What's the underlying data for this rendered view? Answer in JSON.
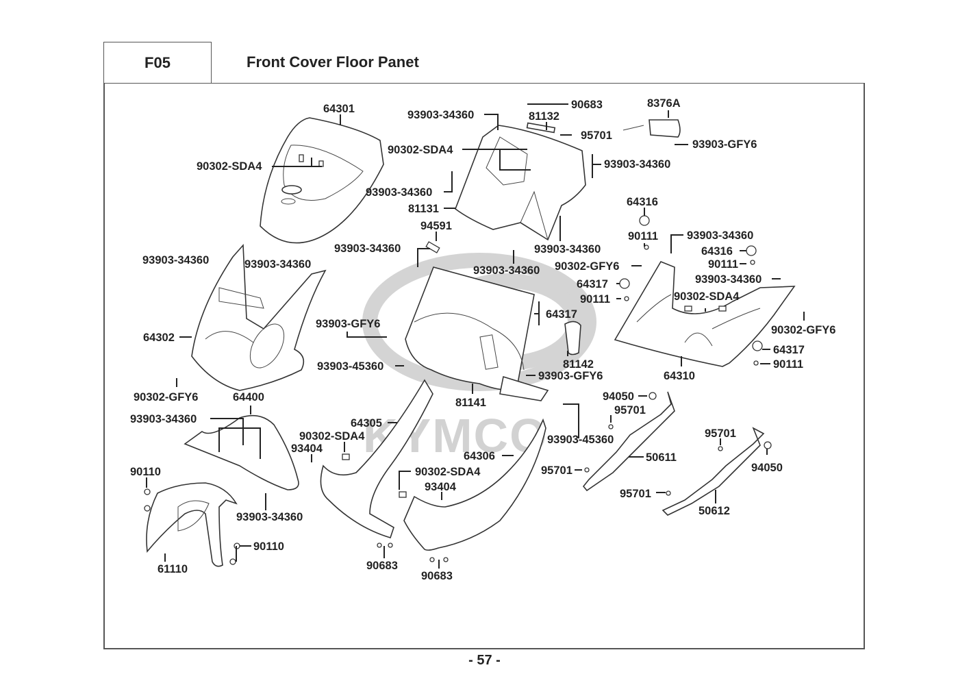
{
  "header": {
    "section_code": "F05",
    "title": "Front Cover  Floor Panet"
  },
  "watermark": {
    "brand": "KYMCO"
  },
  "parts": [
    {
      "id": "p64301",
      "label": "64301"
    },
    {
      "id": "p90302sda4_a",
      "label": "90302-SDA4"
    },
    {
      "id": "p93903_34360_a",
      "label": "93903-34360"
    },
    {
      "id": "p90683_a",
      "label": "90683"
    },
    {
      "id": "p81132",
      "label": "81132"
    },
    {
      "id": "p95701_a",
      "label": "95701"
    },
    {
      "id": "p8376a",
      "label": "8376A"
    },
    {
      "id": "p93903gfy6_a",
      "label": "93903-GFY6"
    },
    {
      "id": "p90302sda4_b",
      "label": "90302-SDA4"
    },
    {
      "id": "p93903_34360_b",
      "label": "93903-34360"
    },
    {
      "id": "p93903_34360_c",
      "label": "93903-34360"
    },
    {
      "id": "p81131",
      "label": "81131"
    },
    {
      "id": "p64316_a",
      "label": "64316"
    },
    {
      "id": "p94591",
      "label": "94591"
    },
    {
      "id": "p93903_34360_d",
      "label": "93903-34360"
    },
    {
      "id": "p93903_34360_e",
      "label": "93903-34360"
    },
    {
      "id": "p90111_a",
      "label": "90111"
    },
    {
      "id": "p93903_34360_f",
      "label": "93903-34360"
    },
    {
      "id": "p64316_b",
      "label": "64316"
    },
    {
      "id": "p90111_b",
      "label": "90111"
    },
    {
      "id": "p93903_34360_g",
      "label": "93903-34360"
    },
    {
      "id": "p93903_34360_h",
      "label": "93903-34360"
    },
    {
      "id": "p90302gfy6_a",
      "label": "90302-GFY6"
    },
    {
      "id": "p93903_34360_i",
      "label": "93903-34360"
    },
    {
      "id": "p64317_a",
      "label": "64317"
    },
    {
      "id": "p90111_c",
      "label": "90111"
    },
    {
      "id": "p93903_34360_j",
      "label": "93903-34360"
    },
    {
      "id": "p90302sda4_c",
      "label": "90302-SDA4"
    },
    {
      "id": "p90302gfy6_b",
      "label": "90302-GFY6"
    },
    {
      "id": "p64302",
      "label": "64302"
    },
    {
      "id": "p93903gfy6_b",
      "label": "93903-GFY6"
    },
    {
      "id": "p81142",
      "label": "81142"
    },
    {
      "id": "p64317_b",
      "label": "64317"
    },
    {
      "id": "p90111_d",
      "label": "90111"
    },
    {
      "id": "p64310",
      "label": "64310"
    },
    {
      "id": "p93903_45360_a",
      "label": "93903-45360"
    },
    {
      "id": "p93903gfy6_c",
      "label": "93903-GFY6"
    },
    {
      "id": "p81141",
      "label": "81141"
    },
    {
      "id": "p90302gfy6_c",
      "label": "90302-GFY6"
    },
    {
      "id": "p64400",
      "label": "64400"
    },
    {
      "id": "p94050_a",
      "label": "94050"
    },
    {
      "id": "p95701_b",
      "label": "95701"
    },
    {
      "id": "p93903_34360_k",
      "label": "93903-34360"
    },
    {
      "id": "p64305",
      "label": "64305"
    },
    {
      "id": "p90302sda4_d",
      "label": "90302-SDA4"
    },
    {
      "id": "p93404_a",
      "label": "93404"
    },
    {
      "id": "p93903_45360_b",
      "label": "93903-45360"
    },
    {
      "id": "p95701_c",
      "label": "95701"
    },
    {
      "id": "p64306",
      "label": "64306"
    },
    {
      "id": "p50611",
      "label": "50611"
    },
    {
      "id": "p94050_b",
      "label": "94050"
    },
    {
      "id": "p90110_a",
      "label": "90110"
    },
    {
      "id": "p90302sda4_e",
      "label": "90302-SDA4"
    },
    {
      "id": "p95701_d",
      "label": "95701"
    },
    {
      "id": "p93404_b",
      "label": "93404"
    },
    {
      "id": "p95701_e",
      "label": "95701"
    },
    {
      "id": "p50612",
      "label": "50612"
    },
    {
      "id": "p93903_34360_l",
      "label": "93903-34360"
    },
    {
      "id": "p90110_b",
      "label": "90110"
    },
    {
      "id": "p61110",
      "label": "61110"
    },
    {
      "id": "p90683_b",
      "label": "90683"
    },
    {
      "id": "p90683_c",
      "label": "90683"
    }
  ],
  "footer": {
    "page_number": "- 57 -"
  }
}
